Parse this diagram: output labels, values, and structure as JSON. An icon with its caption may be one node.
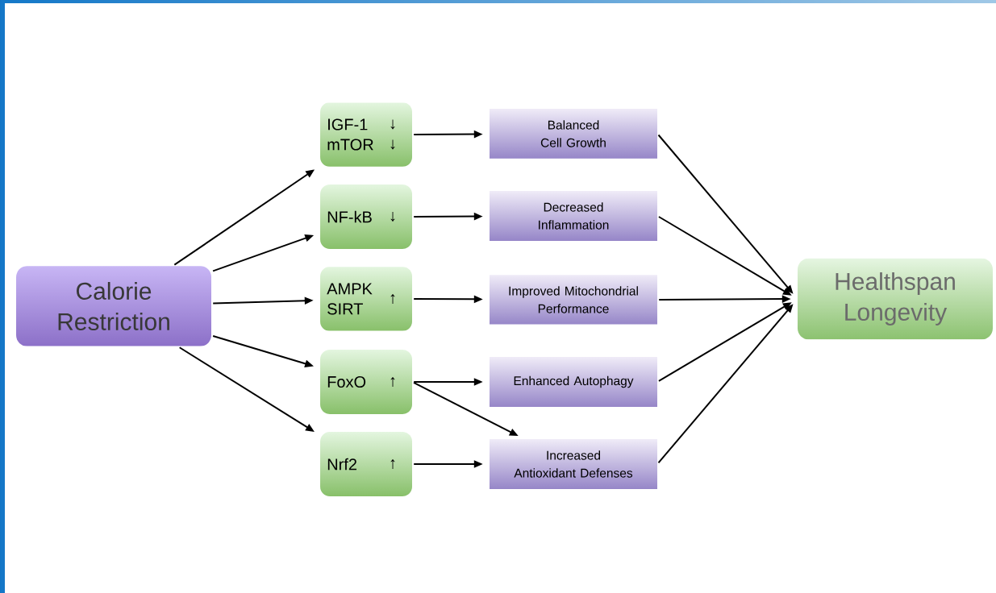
{
  "diagram": {
    "nodes": [
      {
        "text": [
          "Calorie Restriction"
        ]
      },
      {
        "text": [
          "IGF-1 mTOR",
          "↓ ↓"
        ]
      },
      {
        "text": [
          "NF-kB",
          "↓"
        ]
      },
      {
        "text": [
          "AMPK SIRT",
          "↑"
        ]
      },
      {
        "text": [
          "FoxO",
          "↑"
        ]
      },
      {
        "text": [
          "Nrf2",
          "↑"
        ]
      },
      {
        "text": [
          "Balanced Cell Growth"
        ]
      },
      {
        "text": [
          "Decreased Inflammation"
        ]
      },
      {
        "text": [
          "Improved Mitochondrial Performance"
        ]
      },
      {
        "text": [
          "Enhanced Autophagy"
        ]
      },
      {
        "text": [
          "Increased Antioxidant Defenses"
        ]
      },
      {
        "text": [
          "Healthspan Longevity"
        ]
      }
    ],
    "edges": [
      {
        "from": 0,
        "to": 1,
        "arrow": "to"
      },
      {
        "from": 0,
        "to": 2,
        "arrow": "to"
      },
      {
        "from": 0,
        "to": 3,
        "arrow": "to"
      },
      {
        "from": 0,
        "to": 4,
        "arrow": "to"
      },
      {
        "from": 0,
        "to": 5,
        "arrow": "to"
      },
      {
        "from": 1,
        "to": 6,
        "arrow": "to"
      },
      {
        "from": 2,
        "to": 7,
        "arrow": "to"
      },
      {
        "from": 3,
        "to": 8,
        "arrow": "to"
      },
      {
        "from": 4,
        "to": 9,
        "arrow": "to"
      },
      {
        "from": 4,
        "to": 10,
        "arrow": "to"
      },
      {
        "from": 5,
        "to": 10,
        "arrow": "to"
      },
      {
        "from": 6,
        "to": 11,
        "arrow": "to"
      },
      {
        "from": 7,
        "to": 11,
        "arrow": "to"
      },
      {
        "from": 8,
        "to": 11,
        "arrow": "to"
      },
      {
        "from": 9,
        "to": 11,
        "arrow": "to"
      },
      {
        "from": 10,
        "to": 11,
        "arrow": "to"
      }
    ]
  }
}
